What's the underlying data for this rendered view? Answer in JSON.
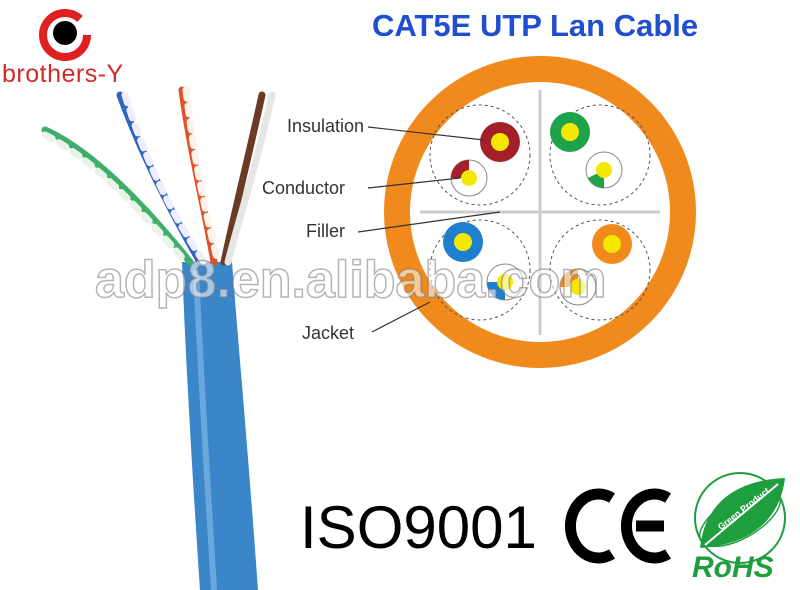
{
  "brand": {
    "name": "brothers-Y",
    "color": "#d42a2a"
  },
  "title": "CAT5E UTP Lan Cable",
  "labels": {
    "insulation": "Insulation",
    "conductor": "Conductor",
    "filler": "Filler",
    "jacket": "Jacket"
  },
  "watermark": "adp8.en.alibaba.com",
  "certifications": {
    "iso": "ISO9001",
    "ce": "CE",
    "rohs": "RoHS",
    "rohs_ring_text": "Green Product"
  },
  "colors": {
    "jacket": "#f08a1c",
    "cable": "#3a86c8",
    "title": "#1f4fd0",
    "rohs": "#1e9e3c"
  }
}
